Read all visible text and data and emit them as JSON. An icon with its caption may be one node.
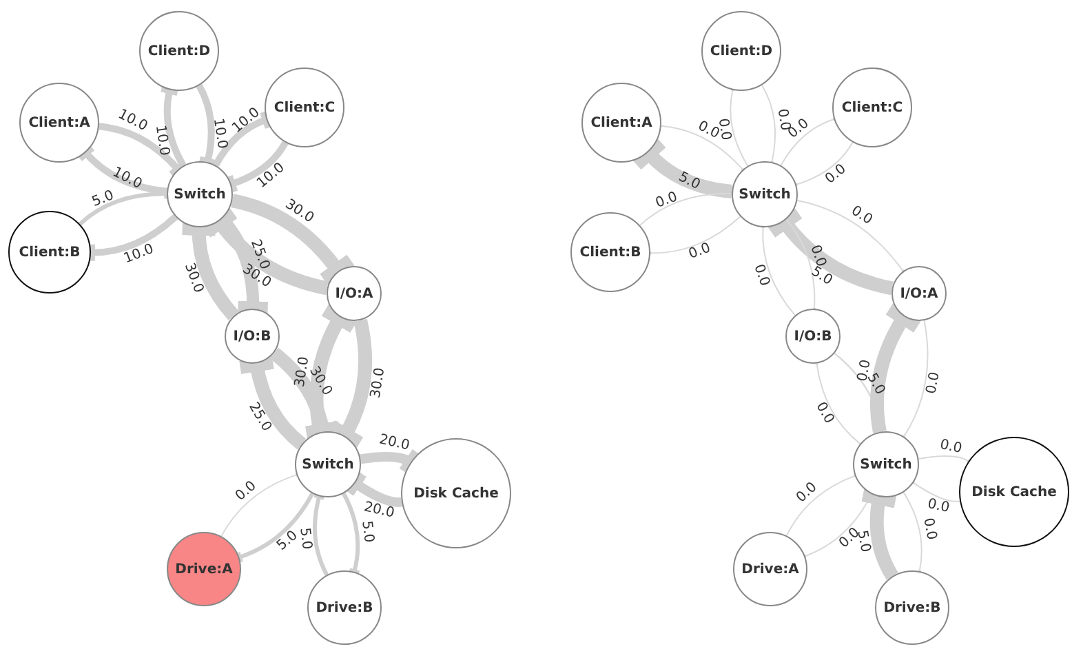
{
  "diagram": {
    "nodes": [
      {
        "text": [
          "Client:D"
        ]
      },
      {
        "text": [
          "Client:A"
        ]
      },
      {
        "text": [
          "Client:C"
        ]
      },
      {
        "text": [
          "Switch"
        ]
      },
      {
        "text": [
          "Client:B"
        ]
      },
      {
        "text": [
          "I/O:A"
        ]
      },
      {
        "text": [
          "I/O:B"
        ]
      },
      {
        "text": [
          "Switch"
        ]
      },
      {
        "text": [
          "Disk Cache"
        ]
      },
      {
        "text": [
          "Drive:A"
        ]
      },
      {
        "text": [
          "Drive:B"
        ]
      },
      {
        "text": [
          "Client:D"
        ]
      },
      {
        "text": [
          "Client:A"
        ]
      },
      {
        "text": [
          "Client:C"
        ]
      },
      {
        "text": [
          "Switch"
        ]
      },
      {
        "text": [
          "Client:B"
        ]
      },
      {
        "text": [
          "I/O:A"
        ]
      },
      {
        "text": [
          "I/O:B"
        ]
      },
      {
        "text": [
          "Switch"
        ]
      },
      {
        "text": [
          "Disk Cache"
        ]
      },
      {
        "text": [
          "Drive:A"
        ]
      },
      {
        "text": [
          "Drive:B"
        ]
      }
    ],
    "edges": [
      {
        "from": 1,
        "to": 3,
        "arrow": "other",
        "label": "10.0"
      },
      {
        "from": 3,
        "to": 1,
        "arrow": "other",
        "label": "10.0"
      },
      {
        "from": 0,
        "to": 3,
        "arrow": "other",
        "label": "10.0"
      },
      {
        "from": 3,
        "to": 0,
        "arrow": "other",
        "label": "10.0"
      },
      {
        "from": 2,
        "to": 3,
        "arrow": "other",
        "label": "10.0"
      },
      {
        "from": 3,
        "to": 2,
        "arrow": "other",
        "label": "10.0"
      },
      {
        "from": 4,
        "to": 3,
        "arrow": "other",
        "label": "5.0"
      },
      {
        "from": 3,
        "to": 4,
        "arrow": "other",
        "label": "10.0"
      },
      {
        "from": 3,
        "to": 5,
        "arrow": "other",
        "label": "30.0",
        "style": "thick"
      },
      {
        "from": 5,
        "to": 3,
        "arrow": "other",
        "label": "30.0",
        "style": "thick"
      },
      {
        "from": 3,
        "to": 6,
        "arrow": "other",
        "label": "25.0",
        "style": "thick"
      },
      {
        "from": 6,
        "to": 3,
        "arrow": "other",
        "label": "30.0",
        "style": "thick"
      },
      {
        "from": 6,
        "to": 7,
        "arrow": "other",
        "label": "30.0",
        "style": "thick"
      },
      {
        "from": 7,
        "to": 6,
        "arrow": "other",
        "label": "25.0",
        "style": "thick"
      },
      {
        "from": 5,
        "to": 7,
        "arrow": "other",
        "label": "30.0",
        "style": "thick"
      },
      {
        "from": 7,
        "to": 5,
        "arrow": "other",
        "label": "30.0",
        "style": "thick"
      },
      {
        "from": 7,
        "to": 8,
        "arrow": "other",
        "label": "20.0",
        "style": "thick"
      },
      {
        "from": 8,
        "to": 7,
        "arrow": "other",
        "label": "20.0",
        "style": "thick"
      },
      {
        "from": 7,
        "to": 9,
        "arrow": "other",
        "label": "5.0"
      },
      {
        "from": 9,
        "to": 7,
        "arrow": "other",
        "label": "0.0"
      },
      {
        "from": 7,
        "to": 10,
        "arrow": "other",
        "label": "5.0"
      },
      {
        "from": 10,
        "to": 7,
        "arrow": "other",
        "label": "5.0"
      },
      {
        "from": 12,
        "to": 14,
        "arrow": "other",
        "label": "0.0"
      },
      {
        "from": 14,
        "to": 12,
        "arrow": "other",
        "label": "5.0",
        "style": "thick"
      },
      {
        "from": 11,
        "to": 14,
        "arrow": "other",
        "label": "0.0"
      },
      {
        "from": 14,
        "to": 11,
        "arrow": "other",
        "label": "0.0"
      },
      {
        "from": 13,
        "to": 14,
        "arrow": "other",
        "label": "0.0"
      },
      {
        "from": 14,
        "to": 13,
        "arrow": "other",
        "label": "0.0"
      },
      {
        "from": 15,
        "to": 14,
        "arrow": "other",
        "label": "0.0"
      },
      {
        "from": 14,
        "to": 15,
        "arrow": "other",
        "label": "0.0"
      },
      {
        "from": 14,
        "to": 16,
        "arrow": "other",
        "label": "0.0"
      },
      {
        "from": 16,
        "to": 14,
        "arrow": "other",
        "label": "5.0",
        "style": "thick"
      },
      {
        "from": 14,
        "to": 17,
        "arrow": "other",
        "label": "0.0"
      },
      {
        "from": 17,
        "to": 14,
        "arrow": "other",
        "label": "0.0"
      },
      {
        "from": 17,
        "to": 18,
        "arrow": "other",
        "label": "5.0"
      },
      {
        "from": 18,
        "to": 17,
        "arrow": "other",
        "label": "0.0"
      },
      {
        "from": 16,
        "to": 18,
        "arrow": "other",
        "label": "0.0"
      },
      {
        "from": 18,
        "to": 16,
        "arrow": "other",
        "label": "0.0",
        "style": "thick"
      },
      {
        "from": 18,
        "to": 19,
        "arrow": "other",
        "label": "0.0"
      },
      {
        "from": 19,
        "to": 18,
        "arrow": "other",
        "label": "0.0"
      },
      {
        "from": 18,
        "to": 20,
        "arrow": "other",
        "label": "0.0"
      },
      {
        "from": 20,
        "to": 18,
        "arrow": "other",
        "label": "0.0"
      },
      {
        "from": 18,
        "to": 21,
        "arrow": "other",
        "label": "0.0"
      },
      {
        "from": 21,
        "to": 18,
        "arrow": "other",
        "label": "5.0",
        "style": "thick"
      }
    ]
  }
}
